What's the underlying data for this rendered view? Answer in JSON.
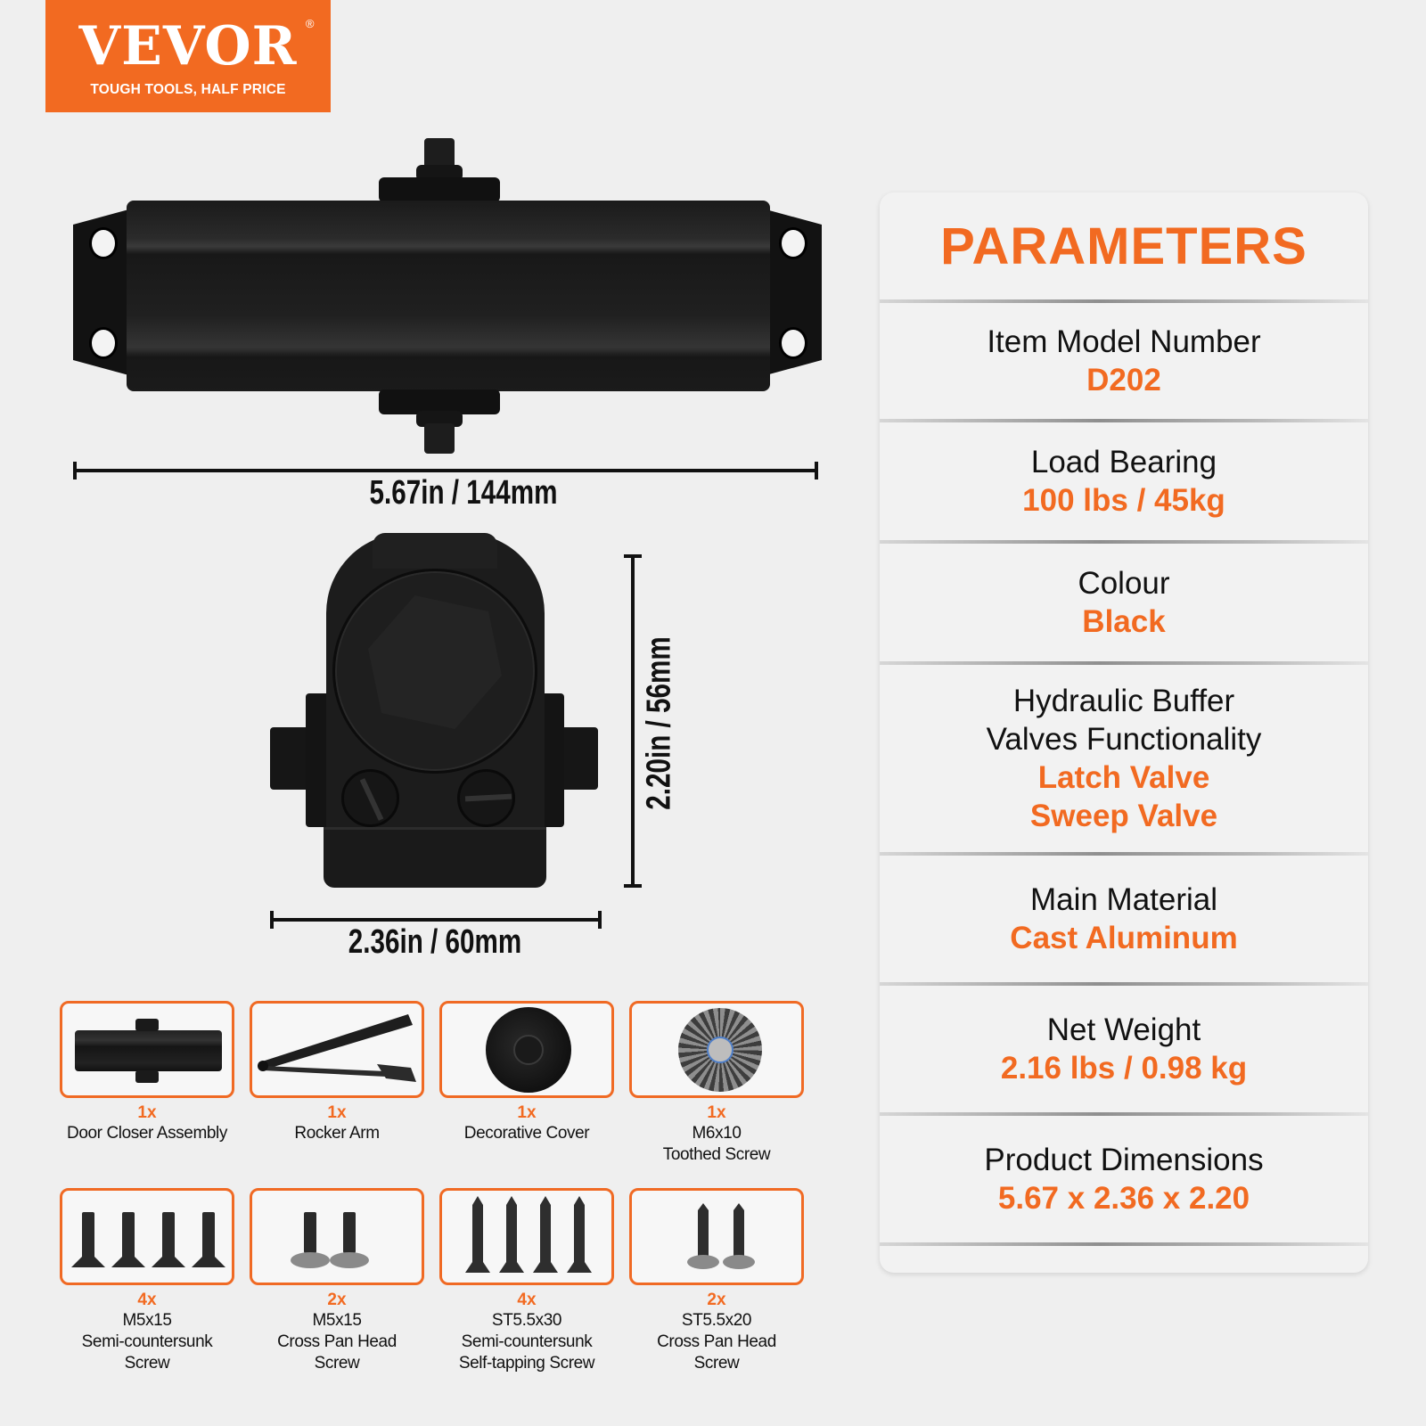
{
  "brand": {
    "name": "VEVOR",
    "registered_mark": "®",
    "tagline": "TOUGH TOOLS, HALF PRICE",
    "color": "#f26a21"
  },
  "product_views": {
    "top_view": {
      "dimension_label": "5.67in / 144mm"
    },
    "side_view": {
      "width_label": "2.36in / 60mm",
      "height_label": "2.20in / 56mm"
    }
  },
  "parameters": {
    "title": "PARAMETERS",
    "rows": [
      {
        "label": "Item Model Number",
        "values": [
          "D202"
        ]
      },
      {
        "label": "Load Bearing",
        "values": [
          "100 lbs / 45kg"
        ]
      },
      {
        "label": "Colour",
        "values": [
          "Black"
        ]
      },
      {
        "label_lines": [
          "Hydraulic Buffer",
          "Valves Functionality"
        ],
        "values": [
          "Latch Valve",
          "Sweep Valve"
        ]
      },
      {
        "label": "Main Material",
        "values": [
          "Cast Aluminum"
        ]
      },
      {
        "label": "Net Weight",
        "values": [
          "2.16 lbs / 0.98 kg"
        ]
      },
      {
        "label": "Product Dimensions",
        "values": [
          "5.67 x 2.36 x 2.20"
        ]
      }
    ]
  },
  "accessories": [
    {
      "qty": "1x",
      "name_lines": [
        "Door Closer Assembly"
      ],
      "icon": "door-closer-icon"
    },
    {
      "qty": "1x",
      "name_lines": [
        "Rocker Arm"
      ],
      "icon": "rocker-arm-icon"
    },
    {
      "qty": "1x",
      "name_lines": [
        "Decorative Cover"
      ],
      "icon": "decorative-cover-icon"
    },
    {
      "qty": "1x",
      "name_lines": [
        "M6x10",
        "Toothed Screw"
      ],
      "icon": "toothed-screw-icon"
    },
    {
      "qty": "4x",
      "name_lines": [
        "M5x15",
        "Semi-countersunk",
        "Screw"
      ],
      "icon": "countersunk-screw-icon"
    },
    {
      "qty": "2x",
      "name_lines": [
        "M5x15",
        "Cross Pan Head",
        "Screw"
      ],
      "icon": "pan-head-screw-icon"
    },
    {
      "qty": "4x",
      "name_lines": [
        "ST5.5x30",
        "Semi-countersunk",
        "Self-tapping Screw"
      ],
      "icon": "self-tapping-screw-icon"
    },
    {
      "qty": "2x",
      "name_lines": [
        "ST5.5x20",
        "Cross Pan Head",
        "Screw"
      ],
      "icon": "pan-head-tapping-screw-icon"
    }
  ]
}
